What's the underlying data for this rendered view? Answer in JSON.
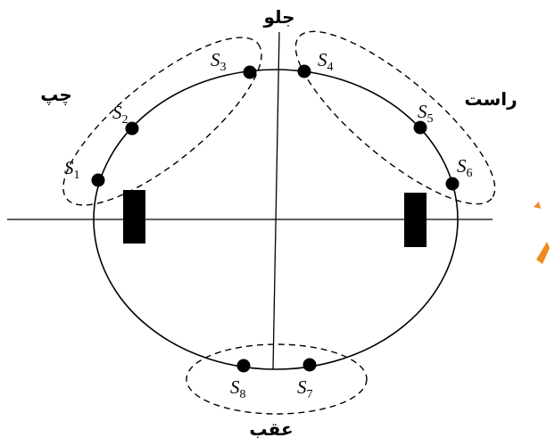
{
  "directions": {
    "front": "جلو",
    "back": "عقب",
    "left": "چپ",
    "right": "راست"
  },
  "sensors": [
    {
      "id": "s1",
      "letter": "S",
      "sub": "1"
    },
    {
      "id": "s2",
      "letter": "S",
      "sub": "2"
    },
    {
      "id": "s3",
      "letter": "S",
      "sub": "3"
    },
    {
      "id": "s4",
      "letter": "S",
      "sub": "4"
    },
    {
      "id": "s5",
      "letter": "S",
      "sub": "5"
    },
    {
      "id": "s6",
      "letter": "S",
      "sub": "6"
    },
    {
      "id": "s7",
      "letter": "S",
      "sub": "7"
    },
    {
      "id": "s8",
      "letter": "S",
      "sub": "8"
    }
  ],
  "colors": {
    "line": "#000000",
    "accent": "#f08a1e"
  }
}
